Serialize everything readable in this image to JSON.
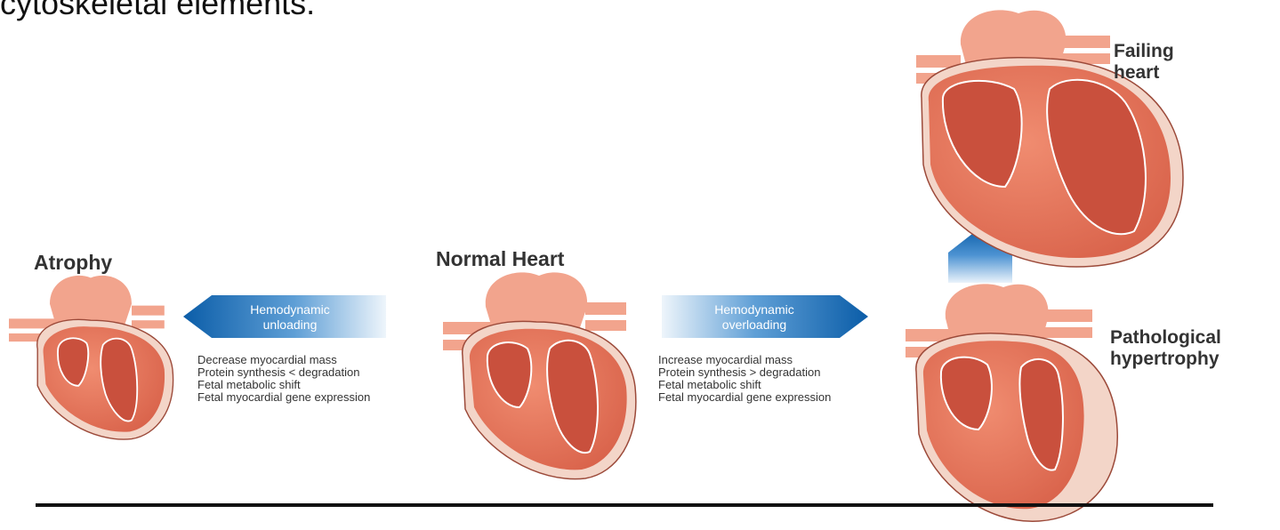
{
  "header": {
    "cut_text": "cytoskeletal elements."
  },
  "stages": {
    "atrophy": "Atrophy",
    "normal": "Normal Heart",
    "failing": "Failing heart",
    "pathological": "Pathological hypertrophy"
  },
  "arrows": {
    "unloading": {
      "line1": "Hemodynamic",
      "line2": "unloading"
    },
    "overloading": {
      "line1": "Hemodynamic",
      "line2": "overloading"
    }
  },
  "unloading_effects": [
    "Decrease myocardial mass",
    "Protein synthesis < degradation",
    "Fetal metabolic shift",
    "Fetal myocardial gene expression"
  ],
  "overloading_effects": [
    "Increase myocardial mass",
    "Protein synthesis > degradation",
    "Fetal metabolic shift",
    "Fetal myocardial gene expression"
  ],
  "colors": {
    "arrow_dark": "#0b5da8",
    "arrow_light": "#e8f1fa",
    "heart_wall": "#e07a62",
    "heart_chamber": "#c9503d",
    "vessel": "#f2a48d",
    "pericardium": "#f3d5c8",
    "baseline": "#111111"
  }
}
